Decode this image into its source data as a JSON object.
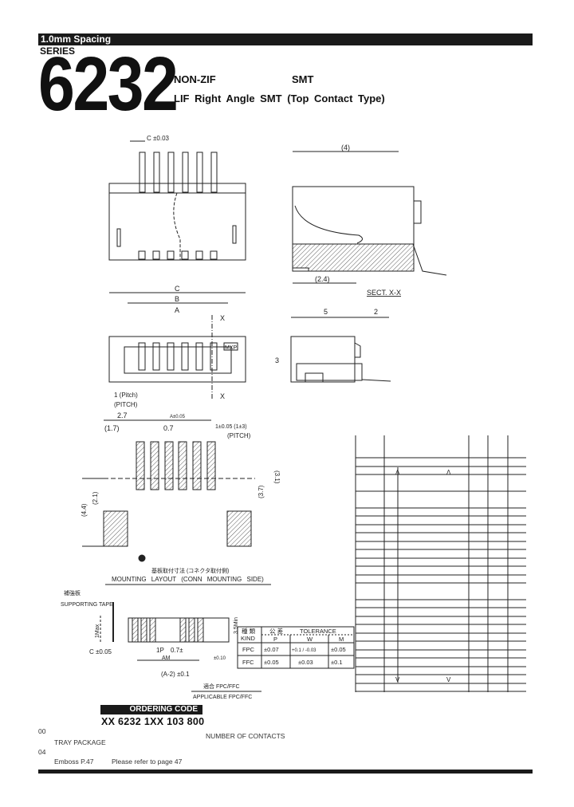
{
  "header": {
    "spacing": "1.0mm Spacing",
    "series_label": "SERIES",
    "series_number": "6232"
  },
  "title": {
    "type1": "NON-ZIF",
    "type1_mount": "SMT",
    "line2": "LIF Right Angle SMT (Top Contact Type)"
  },
  "top_view": {
    "dim_c": "C ±0.03"
  },
  "front_view": {
    "dim_c": "C",
    "dim_b": "B",
    "dim_a": "A",
    "section": "X",
    "pin_mark": "MXP",
    "pitch": "1 (Pitch)",
    "pitch_en": "(PITCH)"
  },
  "section_view": {
    "dim_4": "(4)",
    "dim_24": "(2.4)",
    "label": "SECT. X-X"
  },
  "side_view": {
    "dim_5": "5",
    "dim_2": "2",
    "dim_3": "3"
  },
  "mounting": {
    "dim_27": "2.7",
    "dim_a": "A±0.05",
    "dim_17": "(1.7)",
    "dim_07": "0.7",
    "dim_1": "1±0.05 (1±3)",
    "pitch": "(PITCH)",
    "dim_31": "(3.1)",
    "dim_37": "(3.7)",
    "dim_21": "(2.1)",
    "dim_44": "(4.4)",
    "caption_jp": "基板取付寸法 (コネクタ取付側)",
    "caption": "MOUNTING LAYOUT (CONN MOUNTING SIDE)"
  },
  "fpc": {
    "tape_jp": "補強板",
    "tape": "SUPPORTING TAPE",
    "dim_t": "1Max",
    "dim_c": "C ±0.05",
    "dim_35": "3.5Min",
    "dim_1p": "1P",
    "dim_07": "0.7±",
    "dim_am": "AM",
    "dim_r": "±0.10",
    "dim_a2": "(A-2) ±0.1",
    "caption_jp": "適合 FPC/FFC",
    "caption": "APPLICABLE FPC/FFC"
  },
  "tolerance_table": {
    "head_kind_jp": "種 類",
    "head_kind": "KIND",
    "head_tol_jp": "公 差",
    "head_tol": "TOLERANCE",
    "cols": [
      "P",
      "W",
      "M"
    ],
    "rows": [
      {
        "kind": "FPC",
        "p": "±0.07",
        "w": "+0.1 / -0.03",
        "m": "±0.05"
      },
      {
        "kind": "FFC",
        "p": "±0.05",
        "w": "±0.03",
        "m": "±0.1"
      }
    ]
  },
  "parts_table": {
    "arrow_up": "Λ",
    "arrow_down": "V"
  },
  "ordering": {
    "title": "ORDERING CODE",
    "code": "XX 6232 1XX 103 800",
    "contacts": "NUMBER OF CONTACTS",
    "opt1_code": "00",
    "opt1": "TRAY PACKAGE",
    "opt2_code": "04",
    "opt2": "Emboss  P.47",
    "note": "Please refer to page 47"
  }
}
